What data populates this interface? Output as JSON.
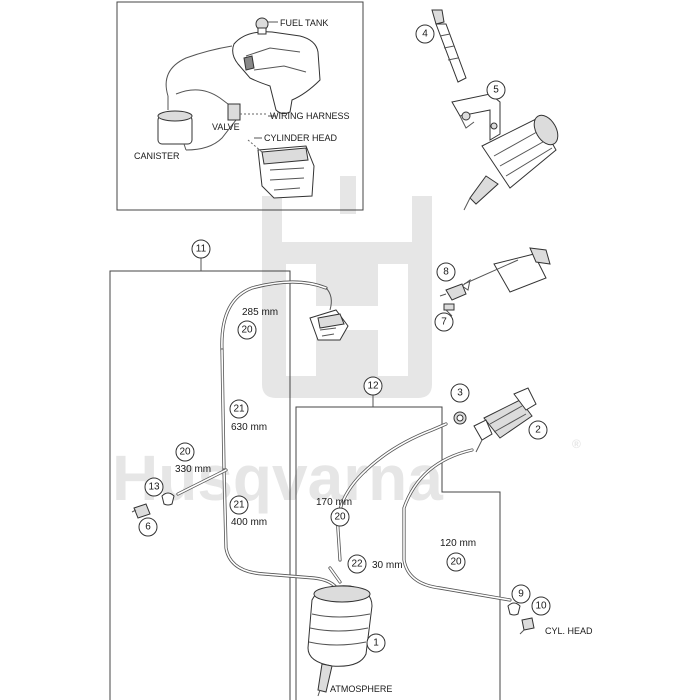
{
  "watermark": {
    "brand_text": "Husqvarna",
    "registered_mark": "®"
  },
  "inset": {
    "labels": {
      "fuel_tank": "FUEL TANK",
      "wiring_harness": "WIRING HARNESS",
      "valve": "VALVE",
      "cylinder_head": "CYLINDER HEAD",
      "canister": "CANISTER"
    }
  },
  "callouts": {
    "c1": "1",
    "c2": "2",
    "c3": "3",
    "c4": "4",
    "c5": "5",
    "c6": "6",
    "c7": "7",
    "c8": "8",
    "c9": "9",
    "c10": "10",
    "c11": "11",
    "c12": "12",
    "c13": "13",
    "c20a": "20",
    "c20b": "20",
    "c20c": "20",
    "c20d": "20",
    "c21a": "21",
    "c21b": "21",
    "c22": "22"
  },
  "dimensions": {
    "d285": "285 mm",
    "d630": "630 mm",
    "d330": "330 mm",
    "d400": "400 mm",
    "d170": "170 mm",
    "d30": "30 mm",
    "d120": "120 mm"
  },
  "labels": {
    "atmosphere": "ATMOSPHERE",
    "cyl_head": "CYL. HEAD"
  }
}
